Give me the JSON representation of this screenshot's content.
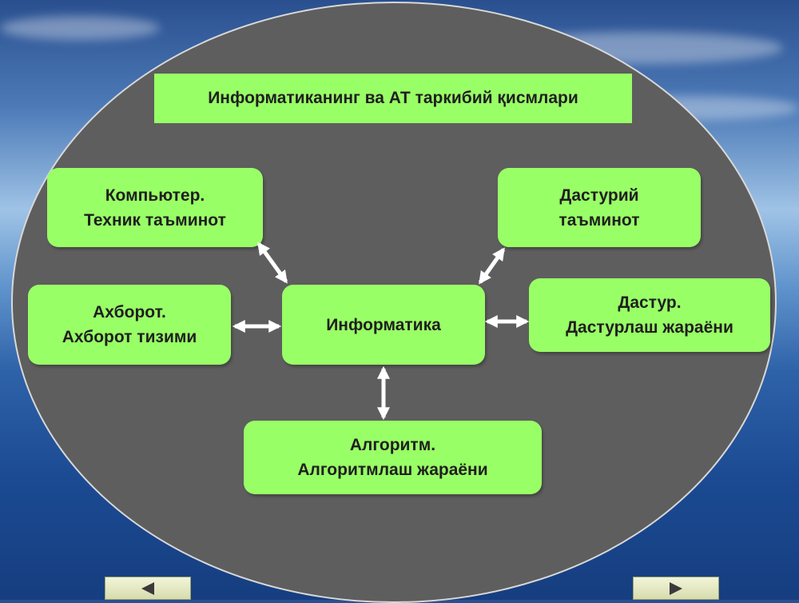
{
  "title": "Информатиканинг ва АТ таркибий қисмлари",
  "center": "Информатика",
  "nodes": {
    "computer": "Компьютер.\nТехник таъминот",
    "software": "Дастурий\nтаъминот",
    "information": "Ахборот.\nАхборот тизими",
    "program": "Дастур.\nДастурлаш жараёни",
    "algorithm": "Алгоритм.\n  Алгоритмлаш жараёни"
  },
  "edges": [
    {
      "from": "center",
      "to": "computer"
    },
    {
      "from": "center",
      "to": "software"
    },
    {
      "from": "center",
      "to": "information"
    },
    {
      "from": "center",
      "to": "program"
    },
    {
      "from": "center",
      "to": "algorithm"
    }
  ],
  "navigation": {
    "prev_icon": "triangle-left-icon",
    "next_icon": "triangle-right-icon"
  },
  "colors": {
    "box_fill": "#99ff66",
    "oval_fill": "#5e5e5e",
    "arrow": "#ffffff"
  }
}
